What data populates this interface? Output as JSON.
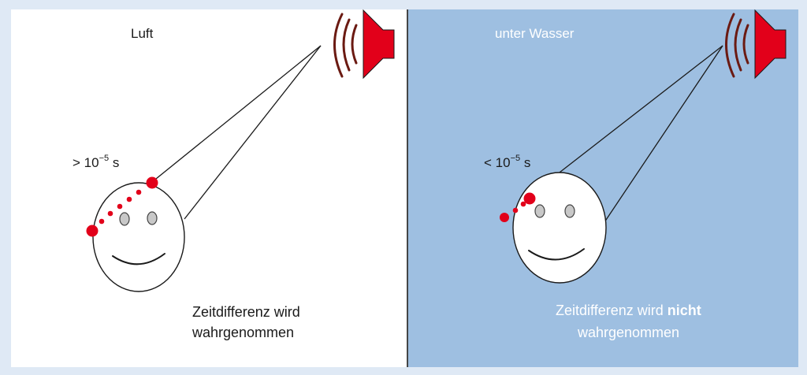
{
  "colors": {
    "frame": "#dfe9f5",
    "air_bg": "#ffffff",
    "water_bg": "#9ebfe1",
    "speaker": "#e2001a",
    "wave": "#6b1a12",
    "ear_dot": "#e2001a",
    "eye": "#c8c8c8",
    "line": "#1a1a1a",
    "air_text": "#1a1a1a",
    "water_text": "#ffffff"
  },
  "left_panel": {
    "title": "Luft",
    "time_prefix": "> 10",
    "time_exponent": "−5",
    "time_unit": " s",
    "caption_line1": "Zeitdifferenz wird",
    "caption_line2": "wahrgenommen"
  },
  "right_panel": {
    "title": "unter Wasser",
    "time_prefix": "< 10",
    "time_exponent": "−5",
    "time_unit": " s",
    "caption_line1_prefix": "Zeitdifferenz wird ",
    "caption_line1_bold": "nicht",
    "caption_line2": "wahrgenommen"
  }
}
